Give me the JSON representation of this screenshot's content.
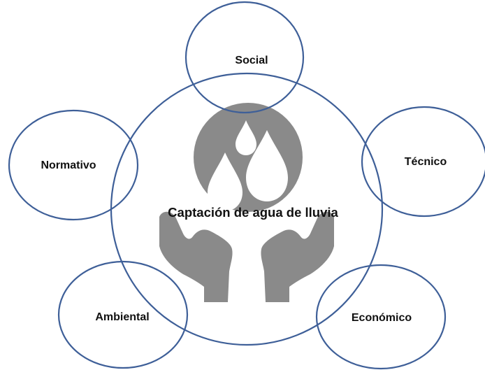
{
  "diagram": {
    "center": "Captación de agua de lluvia",
    "aspects": {
      "social": "Social",
      "tecnico": "Técnico",
      "normativo": "Normativo",
      "ambiental": "Ambiental",
      "economico": "Económico"
    },
    "colors": {
      "outline": "#3e5f98",
      "emblem": "#8a8a8a",
      "text": "#111111",
      "background": "#ffffff"
    },
    "emblem_icon": "rain-drops-in-hands-icon"
  }
}
